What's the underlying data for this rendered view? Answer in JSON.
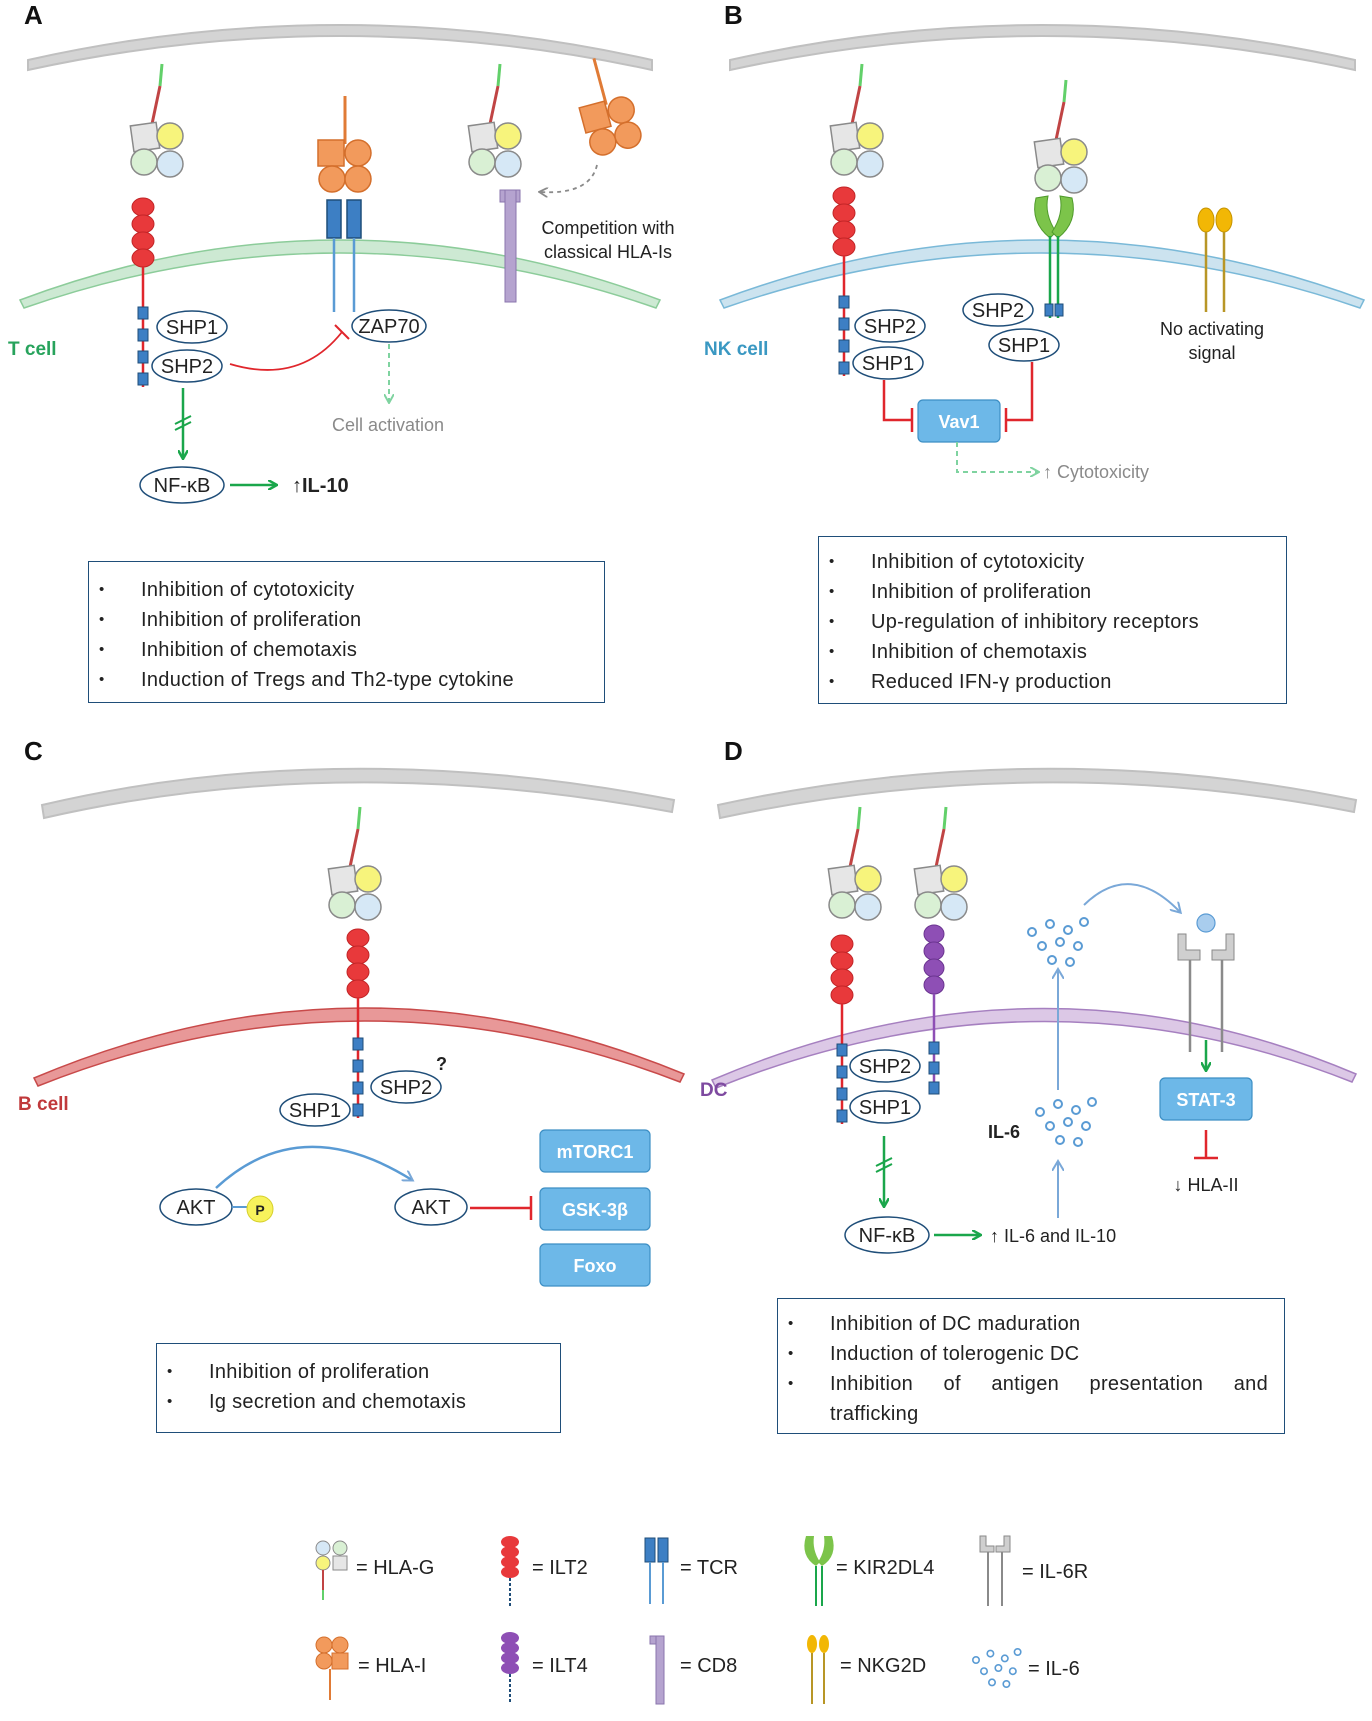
{
  "panels": {
    "a": {
      "letter": "A",
      "cell": "T cell",
      "cell_color": "#27a35c",
      "shp1": "SHP1",
      "shp2": "SHP2",
      "zap70": "ZAP70",
      "nfkb": "NF-κB",
      "il10": "↑IL-10",
      "activation": "Cell activation",
      "competition_1": "Competition with",
      "competition_2": "classical HLA-Is",
      "effects": [
        "Inhibition of cytotoxicity",
        "Inhibition of proliferation",
        "Inhibition of chemotaxis",
        "Induction of Tregs and Th2-type cytokine"
      ]
    },
    "b": {
      "letter": "B",
      "cell": "NK cell",
      "cell_color": "#3a98c2",
      "shp2_left": "SHP2",
      "shp1_left": "SHP1",
      "shp2_right": "SHP2",
      "shp1_right": "SHP1",
      "vav1": "Vav1",
      "cytotoxicity": "↑ Cytotoxicity",
      "no_signal_1": "No activating",
      "no_signal_2": "signal",
      "effects": [
        "Inhibition of cytotoxicity",
        "Inhibition of proliferation",
        "Up-regulation of inhibitory receptors",
        "Inhibition of chemotaxis",
        "Reduced IFN-γ production"
      ]
    },
    "c": {
      "letter": "C",
      "cell": "B cell",
      "cell_color": "#c0393b",
      "shp1": "SHP1",
      "shp2": "SHP2",
      "question": "?",
      "akt_p": "AKT",
      "p": "P",
      "akt": "AKT",
      "targets": [
        "mTORC1",
        "GSK-3β",
        "Foxo"
      ],
      "effects": [
        "Inhibition of proliferation",
        "Ig secretion and chemotaxis"
      ]
    },
    "d": {
      "letter": "D",
      "cell": "DC",
      "cell_color": "#7e4aa0",
      "shp2": "SHP2",
      "shp1": "SHP1",
      "nfkb": "NF-κB",
      "il6_il10": "↑ IL-6 and IL-10",
      "il6": "IL-6",
      "stat3": "STAT-3",
      "hla_ii": "↓ HLA-II",
      "effects_1": "Inhibition of DC maduration",
      "effects_2": "Induction of tolerogenic DC",
      "effects_3a": "Inhibition of antigen presentation and",
      "effects_3b": "trafficking"
    }
  },
  "legend": {
    "hla_g": "= HLA-G",
    "ilt2": "= ILT2",
    "tcr": "= TCR",
    "kir2dl4": "= KIR2DL4",
    "il6r": "= IL-6R",
    "hla_i": "= HLA-I",
    "ilt4": "= ILT4",
    "cd8": "= CD8",
    "nkg2d": "= NKG2D",
    "il6": "= IL-6"
  },
  "colors": {
    "membrane_gray": "#d4d4d4",
    "ilt2_red": "#e8393b",
    "ilt4_purple": "#8e4fb5",
    "itim_blue": "#3d7fc4",
    "hla_i_orange": "#f09553",
    "kir_green": "#7cc44a",
    "nkg2d_yellow": "#f2b705",
    "box_blue": "#6db8e8",
    "activate_green": "#1aa64b",
    "inhibit_red": "#e0262c",
    "cd8_purple": "#b5a3cf"
  }
}
